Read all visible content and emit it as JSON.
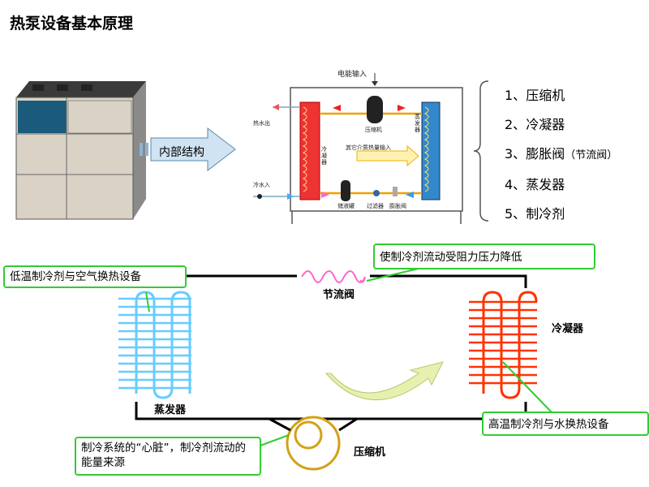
{
  "title": "热泵设备基本原理",
  "top_arrow_label": "内部结构",
  "components": [
    {
      "num": "1、",
      "name": "压缩机",
      "note": ""
    },
    {
      "num": "2、",
      "name": "冷凝器",
      "note": ""
    },
    {
      "num": "3、",
      "name": "膨胀阀",
      "note": "（节流阀）"
    },
    {
      "num": "4、",
      "name": "蒸发器",
      "note": ""
    },
    {
      "num": "5、",
      "name": "制冷剂",
      "note": ""
    }
  ],
  "schematic": {
    "power_in": "电能输入",
    "hot_water_out": "热水出",
    "cold_water_in": "冷水入",
    "compressor": "压缩机",
    "condenser": "冷凝器",
    "evaporator": "蒸发器",
    "other_heat": "其它介质热量输入",
    "receiver": "储液罐",
    "filter": "过滤器",
    "valve": "膨胀阀"
  },
  "cycle": {
    "throttle_label": "节流阀",
    "condenser_label": "冷凝器",
    "evaporator_label": "蒸发器",
    "compressor_label": "压缩机"
  },
  "callouts": {
    "evaporator": "低温制冷剂与空气换热设备",
    "throttle": "使制冷剂流动受阻力压力降低",
    "condenser": "高温制冷剂与水换热设备",
    "compressor": "制冷系统的“心脏”，制冷剂流动的能量来源"
  },
  "colors": {
    "callout_border": "#33cc33",
    "evaporator_coil": "#66ccff",
    "condenser_coil": "#ff3300",
    "compressor": "#d4a017",
    "valve": "#ff66cc",
    "arrow": "#ddeaa0"
  }
}
